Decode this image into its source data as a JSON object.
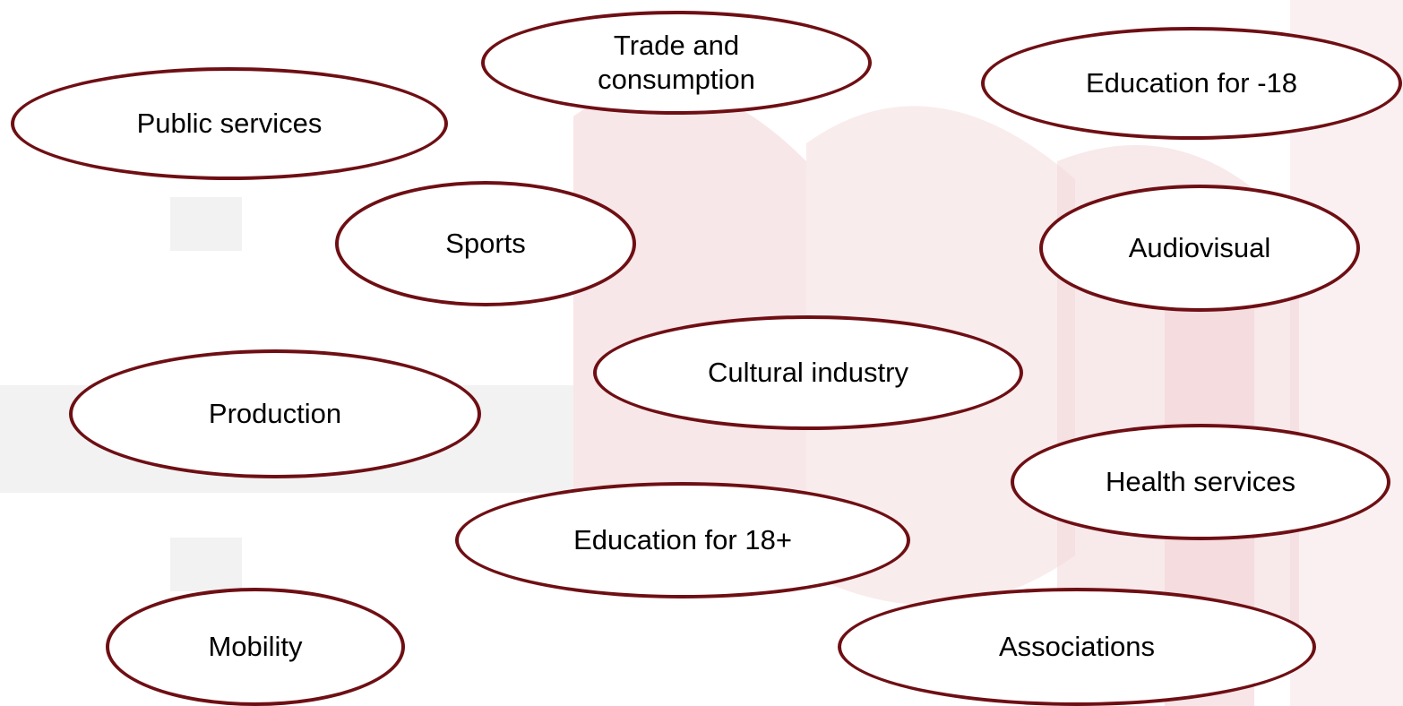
{
  "colors": {
    "ellipse_border": "#6e0f14",
    "ellipse_fill": "#ffffff",
    "text": "#000000",
    "watermark_red": "#e8c4c8",
    "watermark_gray": "#eeeeee"
  },
  "nodes": [
    {
      "id": "trade",
      "label": "Trade and\nconsumption"
    },
    {
      "id": "education-under-18",
      "label": "Education for -18"
    },
    {
      "id": "public-services",
      "label": "Public services"
    },
    {
      "id": "sports",
      "label": "Sports"
    },
    {
      "id": "audiovisual",
      "label": "Audiovisual"
    },
    {
      "id": "cultural-industry",
      "label": "Cultural industry"
    },
    {
      "id": "production",
      "label": "Production"
    },
    {
      "id": "health-services",
      "label": "Health services"
    },
    {
      "id": "education-18-plus",
      "label": "Education for 18+"
    },
    {
      "id": "mobility",
      "label": "Mobility"
    },
    {
      "id": "associations",
      "label": "Associations"
    }
  ]
}
